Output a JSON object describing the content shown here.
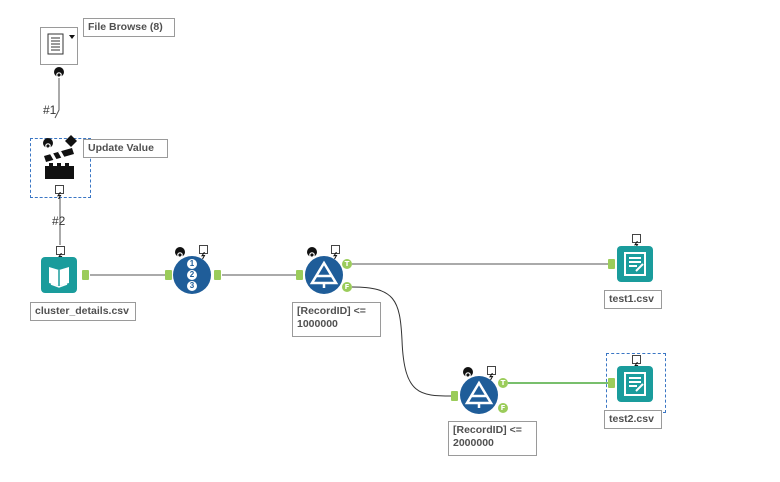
{
  "tools": {
    "file_browse": {
      "label": "File Browse (8)"
    },
    "update_value": {
      "label": "Update Value"
    },
    "input": {
      "label": "cluster_details.csv"
    },
    "filter1": {
      "label": "[RecordID] <= 1000000",
      "true_anchor": "T",
      "false_anchor": "F"
    },
    "filter2": {
      "label": "[RecordID] <= 2000000",
      "true_anchor": "T",
      "false_anchor": "F"
    },
    "output1": {
      "label": "test1.csv"
    },
    "output2": {
      "label": "test2.csv"
    }
  },
  "connections": {
    "c1": "#1",
    "c2": "#2"
  },
  "select_numbers": [
    "1",
    "2",
    "3"
  ],
  "colors": {
    "teal": "#1a9c9c",
    "blue": "#1f5d99",
    "anchor_green": "#9bcc5a",
    "connector_dark": "#333333",
    "connector_green": "#4caa3c"
  }
}
